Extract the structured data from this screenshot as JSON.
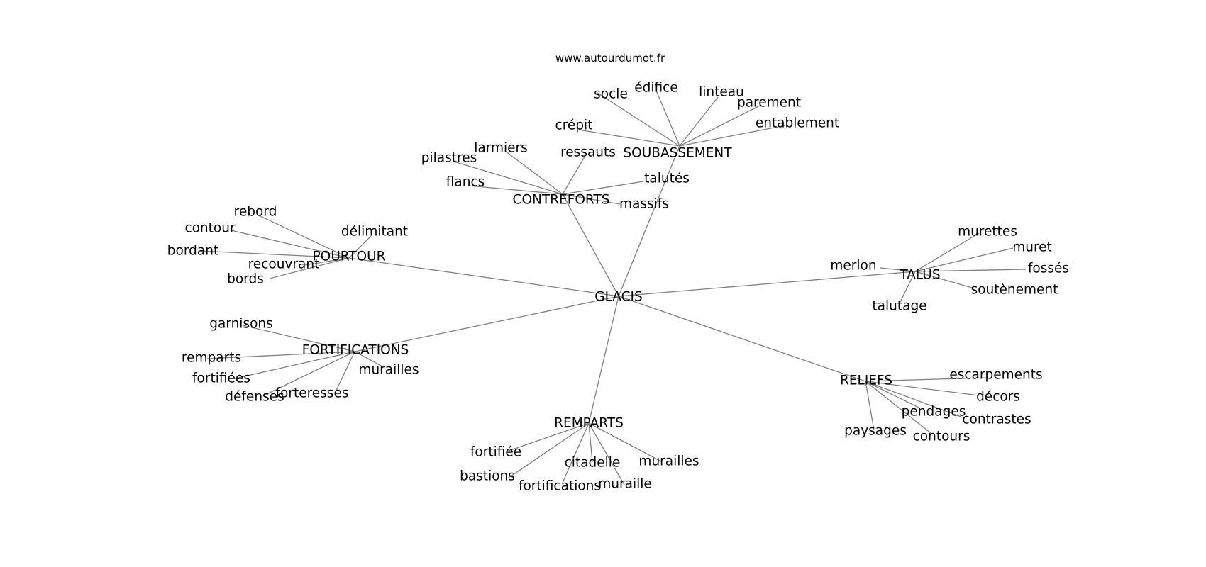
{
  "site": "www.autourdumot.fr",
  "center": "GLACIS",
  "groups": [
    {
      "hub": "SOUBASSEMENT",
      "words": [
        "socle",
        "édifice",
        "linteau",
        "parement",
        "entablement",
        "crépit"
      ]
    },
    {
      "hub": "CONTREFORTS",
      "words": [
        "ressauts",
        "larmiers",
        "pilastres",
        "flancs",
        "talutés",
        "massifs"
      ]
    },
    {
      "hub": "POURTOUR",
      "words": [
        "rebord",
        "délimitant",
        "contour",
        "bordant",
        "recouvrant",
        "bords"
      ]
    },
    {
      "hub": "TALUS",
      "words": [
        "murettes",
        "muret",
        "fossés",
        "soutènement",
        "merlon",
        "talutage"
      ]
    },
    {
      "hub": "FORTIFICATIONS",
      "words": [
        "garnisons",
        "remparts",
        "fortifiées",
        "défenses",
        "forteresses",
        "murailles"
      ]
    },
    {
      "hub": "RELIEFS",
      "words": [
        "escarpements",
        "décors",
        "contrastes",
        "pendages",
        "contours",
        "paysages"
      ]
    },
    {
      "hub": "REMPARTS",
      "words": [
        "fortifiée",
        "bastions",
        "fortifications",
        "citadelle",
        "muraille",
        "murailles"
      ]
    }
  ]
}
